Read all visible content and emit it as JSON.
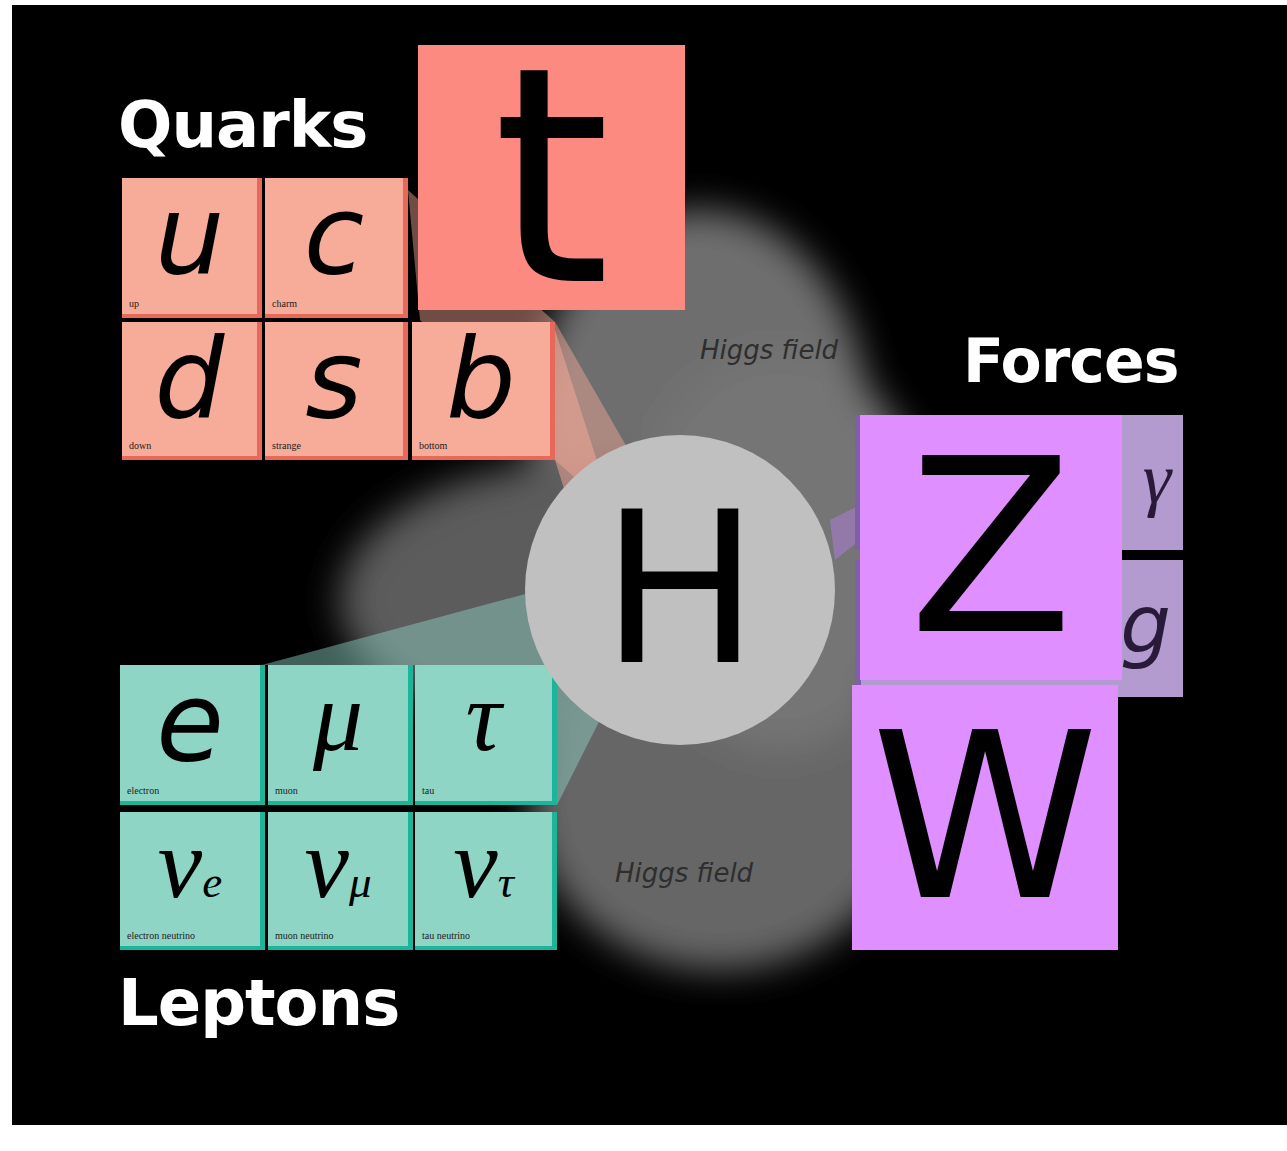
{
  "diagram": {
    "nodes": [
      {
        "text": [
          "t"
        ]
      },
      {
        "text": [
          "u",
          "up"
        ]
      },
      {
        "text": [
          "c",
          "charm"
        ]
      },
      {
        "text": [
          "d",
          "down"
        ]
      },
      {
        "text": [
          "s",
          "strange"
        ]
      },
      {
        "text": [
          "b",
          "bottom"
        ]
      },
      {
        "text": [
          "γ"
        ]
      },
      {
        "text": [
          "Z"
        ]
      },
      {
        "text": [
          "H"
        ]
      },
      {
        "text": [
          "g"
        ]
      },
      {
        "text": [
          "e",
          "electron"
        ]
      },
      {
        "text": [
          "μ",
          "muon"
        ]
      },
      {
        "text": [
          "τ",
          "tau"
        ]
      },
      {
        "text": [
          "W"
        ]
      },
      {
        "text": [
          "ν",
          "e",
          "electron neutrino"
        ]
      },
      {
        "text": [
          "ν",
          "μ",
          "muon neutrino"
        ]
      },
      {
        "text": [
          "ν",
          "τ",
          "tau neutrino"
        ]
      }
    ],
    "labels": [
      "Quarks",
      "Forces",
      "Leptons",
      "Higgs field",
      "Higgs field"
    ]
  }
}
